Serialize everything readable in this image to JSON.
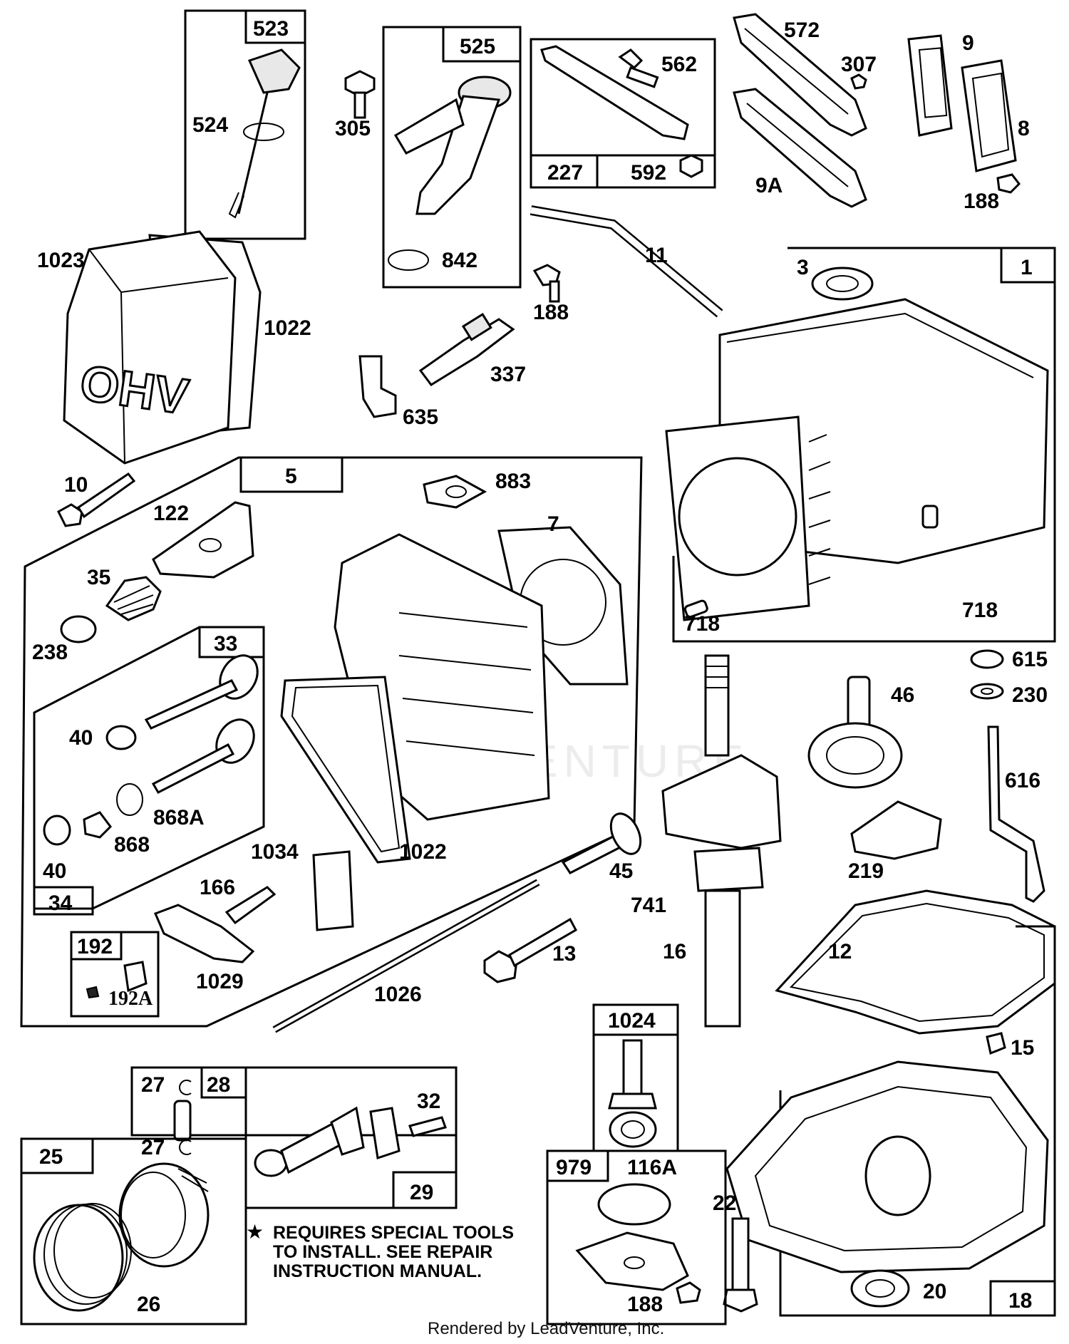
{
  "labels": {
    "p523": "523",
    "p524": "524",
    "p305": "305",
    "p525": "525",
    "p842": "842",
    "p562": "562",
    "p227": "227",
    "p592": "592",
    "p572": "572",
    "p307": "307",
    "p9a": "9A",
    "p9": "9",
    "p8": "8",
    "p188a": "188",
    "p1023": "1023",
    "p1022a": "1022",
    "p11": "11",
    "p188b": "188",
    "p337": "337",
    "p635": "635",
    "p3": "3",
    "p1": "1",
    "p718a": "718",
    "p718b": "718",
    "p10": "10",
    "p5": "5",
    "p883": "883",
    "p122": "122",
    "p7": "7",
    "p35": "35",
    "p238": "238",
    "p33": "33",
    "p40a": "40",
    "p868a": "868A",
    "p868": "868",
    "p40b": "40",
    "p34": "34",
    "p1022b": "1022",
    "p1034": "1034",
    "p166": "166",
    "p192": "192",
    "p192a": "192A",
    "p1029": "1029",
    "p45": "45",
    "p741": "741",
    "p13": "13",
    "p16": "16",
    "p1026": "1026",
    "p615": "615",
    "p230": "230",
    "p46": "46",
    "p616": "616",
    "p219": "219",
    "p12": "12",
    "p15": "15",
    "p1024": "1024",
    "p979": "979",
    "p116a": "116A",
    "p188c": "188",
    "p22": "22",
    "p20": "20",
    "p18": "18",
    "p27a": "27",
    "p28": "28",
    "p32": "32",
    "p27b": "27",
    "p25": "25",
    "p29": "29",
    "p26": "26"
  },
  "engine_cover_text": "OHV",
  "note": {
    "star": "★",
    "line1": "REQUIRES SPECIAL TOOLS",
    "line2": "TO INSTALL.  SEE REPAIR",
    "line3": "INSTRUCTION MANUAL."
  },
  "footer": "Rendered by LeadVenture, Inc.",
  "watermark": "LEADVENTURE"
}
